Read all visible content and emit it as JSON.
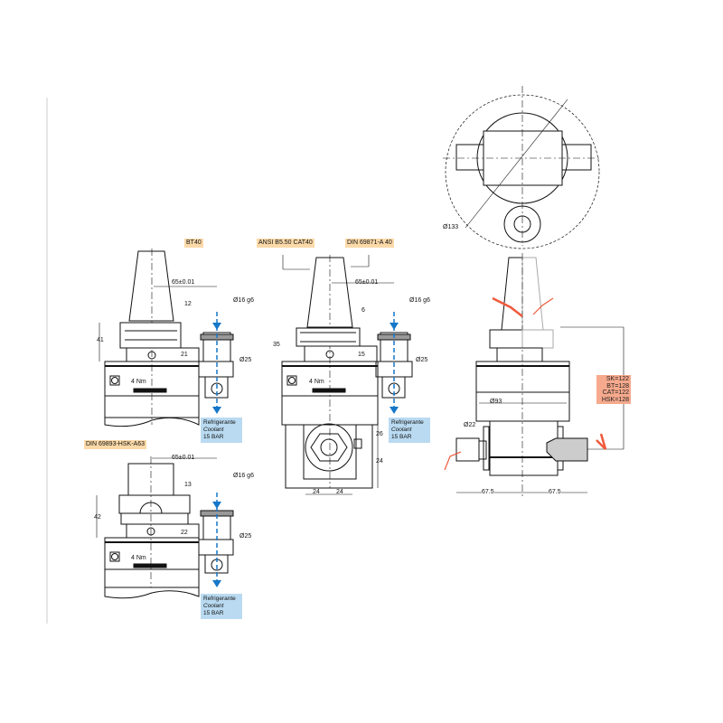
{
  "standards": {
    "bt40": "BT40",
    "cat40": "ANSI B5.50 CAT40",
    "din69871": "DIN 69871-A 40",
    "hsk": "DIN 69893-HSK-A63"
  },
  "dimensions": {
    "offset": "65±0.01",
    "shank_dia": "Ø16 g6",
    "collar_dia": "Ø25",
    "bt_12": "12",
    "bt_41": "41",
    "bt_21": "21",
    "cat_6": "6",
    "cat_35": "35",
    "cat_15": "15",
    "cat_26": "26",
    "cat_24v": "24",
    "cat_24a": "24",
    "cat_24b": "24",
    "hsk_13": "13",
    "hsk_42": "42",
    "hsk_22": "22",
    "top_dia": "Ø133",
    "body_dia": "Ø93",
    "conn_dia": "Ø22",
    "half_left": "67.5",
    "half_right": "67.5"
  },
  "torque": "4 Nm",
  "coolant": {
    "line1": "Refrigerante",
    "line2": "Coolant",
    "line3": "15 BAR"
  },
  "heights": [
    "SK=122",
    "BT=128",
    "CAT=122",
    "HSK=128"
  ],
  "colors": {
    "coolant_arrow": "#1577c8",
    "coolant_box": "#b9daf1",
    "tag": "#fbd9a8",
    "rotation_arrow": "#ef5a3c",
    "heights_box": "#f6a98c"
  }
}
